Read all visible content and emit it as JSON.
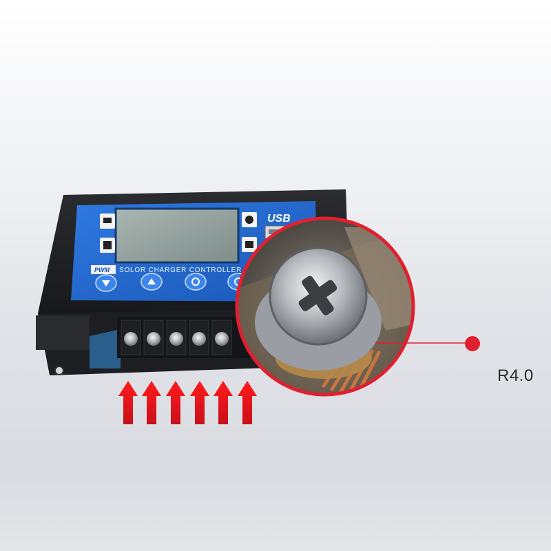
{
  "product": {
    "panel_text": "SOLOR CHARGER CONTROLLER",
    "badge_text": "PWM",
    "usb_label": "USB"
  },
  "callout": {
    "label": "R4.0"
  },
  "arrows": {
    "count": 6
  },
  "colors": {
    "accent_red": "#e02030",
    "panel_blue": "#2a6fd6",
    "body_black": "#1c1d20"
  }
}
